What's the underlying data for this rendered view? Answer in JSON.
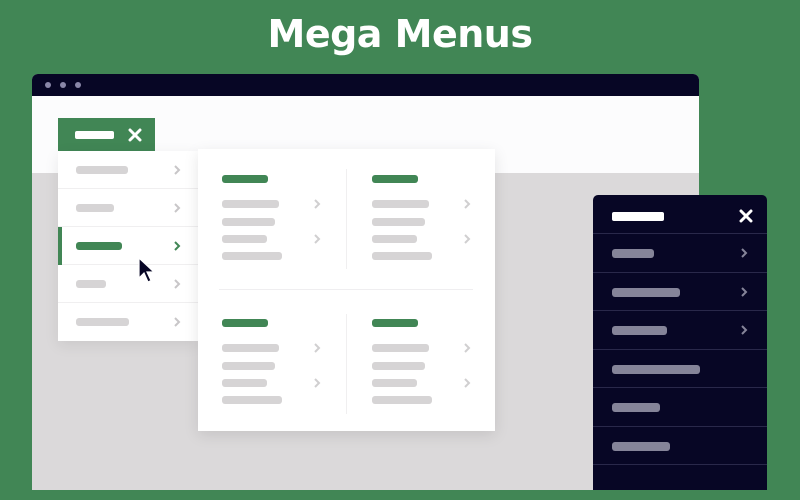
{
  "page": {
    "title": "Mega Menus",
    "colors": {
      "brand_green": "#418655",
      "dark_navy": "#070625",
      "placeholder_gray": "#d6d4d5",
      "placeholder_dark": "#858499",
      "window_body": "#dbd9da"
    }
  },
  "browser_window": {
    "dots": [
      "dot-1",
      "dot-2",
      "dot-3"
    ]
  },
  "menu_trigger": {
    "label_placeholder_width": 39,
    "icon": "close-icon"
  },
  "left_menu": {
    "items": [
      {
        "width": 52,
        "has_chevron": true,
        "active": false
      },
      {
        "width": 38,
        "has_chevron": true,
        "active": false
      },
      {
        "width": 46,
        "has_chevron": true,
        "active": true
      },
      {
        "width": 30,
        "has_chevron": true,
        "active": false
      },
      {
        "width": 53,
        "has_chevron": true,
        "active": false
      }
    ],
    "cursor_icon": "mouse-pointer-icon"
  },
  "mega_panel": {
    "columns": [
      {
        "rows": [
          {
            "w": 57,
            "chev": true
          },
          {
            "w": 53,
            "chev": false
          },
          {
            "w": 45,
            "chev": true
          },
          {
            "w": 60,
            "chev": false
          }
        ]
      },
      {
        "rows": [
          {
            "w": 57,
            "chev": true
          },
          {
            "w": 53,
            "chev": false
          },
          {
            "w": 45,
            "chev": true
          },
          {
            "w": 60,
            "chev": false
          }
        ]
      },
      {
        "rows": [
          {
            "w": 57,
            "chev": true
          },
          {
            "w": 53,
            "chev": false
          },
          {
            "w": 45,
            "chev": true
          },
          {
            "w": 60,
            "chev": false
          }
        ]
      },
      {
        "rows": [
          {
            "w": 57,
            "chev": true
          },
          {
            "w": 53,
            "chev": false
          },
          {
            "w": 45,
            "chev": true
          },
          {
            "w": 60,
            "chev": false
          }
        ]
      }
    ]
  },
  "mobile_panel": {
    "header_icon": "close-icon",
    "items": [
      {
        "width": 42,
        "has_chevron": true
      },
      {
        "width": 68,
        "has_chevron": true
      },
      {
        "width": 55,
        "has_chevron": true
      },
      {
        "width": 88,
        "has_chevron": false
      },
      {
        "width": 48,
        "has_chevron": false
      },
      {
        "width": 58,
        "has_chevron": false
      }
    ]
  }
}
